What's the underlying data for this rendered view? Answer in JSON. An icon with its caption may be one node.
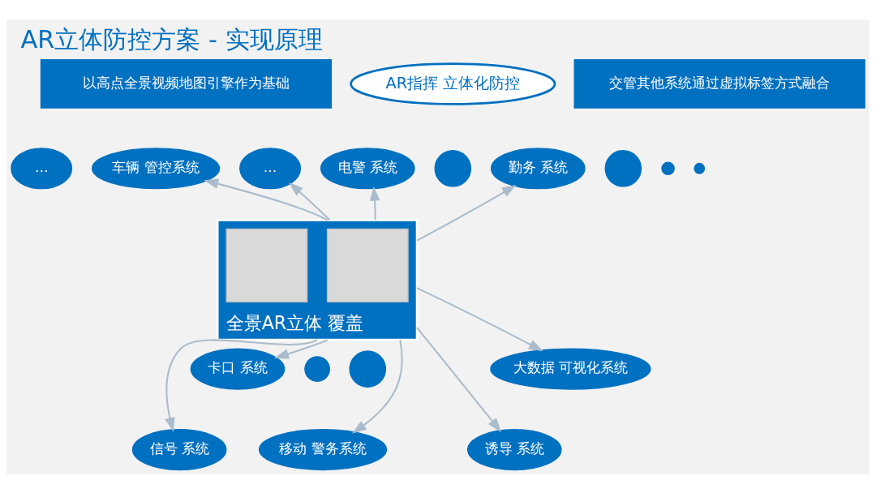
{
  "diagram": {
    "title": "AR立体防控方案 - 实现原理",
    "nodes": [
      {
        "text": [
          "以高点全景视频地图引擎作为基础"
        ]
      },
      {
        "text": [
          "AR指挥 立体化防控"
        ]
      },
      {
        "text": [
          "交管其他系统通过虚拟标签方式融合"
        ]
      },
      {
        "text": [
          "…"
        ]
      },
      {
        "text": [
          "车辆 管控系统"
        ]
      },
      {
        "text": [
          "…"
        ]
      },
      {
        "text": [
          "电警 系统"
        ]
      },
      {
        "text": [],
        "shape": "circle"
      },
      {
        "text": [
          "勤务 系统"
        ]
      },
      {
        "text": [],
        "shape": "circle"
      },
      {
        "text": [],
        "shape": "circle"
      },
      {
        "text": [],
        "shape": "circle"
      },
      {
        "text": [
          "全景AR立体 覆盖"
        ]
      },
      {
        "text": [],
        "shape": "box",
        "in": 12
      },
      {
        "text": [],
        "shape": "box",
        "in": 12
      },
      {
        "text": [
          "卡口 系统"
        ]
      },
      {
        "text": [],
        "shape": "circle"
      },
      {
        "text": [
          "大数据 可视化系统"
        ]
      },
      {
        "text": [],
        "shape": "circle"
      },
      {
        "text": [
          "信号 系统"
        ]
      },
      {
        "text": [
          "移动 警务系统"
        ]
      },
      {
        "text": [
          "诱导 系统"
        ]
      }
    ],
    "edges": [
      {
        "from": 12,
        "to": 4,
        "arrow": "to"
      },
      {
        "from": 12,
        "to": 5,
        "arrow": "to"
      },
      {
        "from": 12,
        "to": 6,
        "arrow": "to"
      },
      {
        "from": 12,
        "to": 8,
        "arrow": "to"
      },
      {
        "from": 12,
        "to": 15,
        "arrow": "to"
      },
      {
        "from": 12,
        "to": 17,
        "arrow": "to"
      },
      {
        "from": 12,
        "to": 19,
        "arrow": "to"
      },
      {
        "from": 12,
        "to": 20,
        "arrow": "to"
      },
      {
        "from": 12,
        "to": 21,
        "arrow": "to"
      }
    ]
  }
}
